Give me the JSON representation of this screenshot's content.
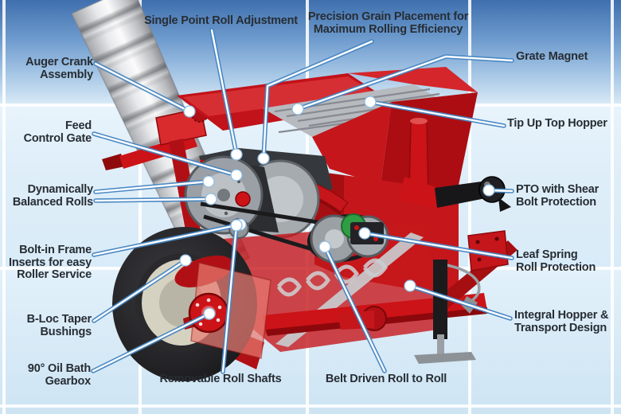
{
  "diagram": {
    "subject": "red roller mill machine with auger",
    "colors": {
      "machine_red": "#c5161b",
      "machine_red_dark": "#96090d",
      "machine_red_light": "#d9302f",
      "background_top_blue": "#3f70ae",
      "background_light_blue": "#ddeef9",
      "grid_line": "#ffffff",
      "leader_line_blue": "#4585c2",
      "leader_line_core": "#ffffff",
      "label_text": "#272d34",
      "steel_gray": "#b7babf",
      "tire_black": "#1c1c1e",
      "pulley_green": "#2f9d44"
    }
  },
  "callouts": {
    "single_point": {
      "lines": [
        "Single Point Roll Adjustment"
      ]
    },
    "precision": {
      "lines": [
        "Precision Grain Placement for",
        "Maximum Rolling Efficiency"
      ]
    },
    "auger_crank": {
      "lines": [
        "Auger Crank",
        "Assembly"
      ]
    },
    "grate_magnet": {
      "lines": [
        "Grate Magnet"
      ]
    },
    "feed_control": {
      "lines": [
        "Feed",
        "Control Gate"
      ]
    },
    "tip_up": {
      "lines": [
        "Tip Up Top Hopper"
      ]
    },
    "dynamically": {
      "lines": [
        "Dynamically",
        "Balanced Rolls"
      ]
    },
    "pto": {
      "lines": [
        "PTO with Shear",
        "Bolt Protection"
      ]
    },
    "bolt_in": {
      "lines": [
        "Bolt-in Frame",
        "Inserts for easy",
        "Roller Service"
      ]
    },
    "leaf_spring": {
      "lines": [
        "Leaf Spring",
        "Roll Protection"
      ]
    },
    "b_loc": {
      "lines": [
        "B-Loc Taper",
        "Bushings"
      ]
    },
    "integral": {
      "lines": [
        "Integral Hopper &",
        "Transport Design"
      ]
    },
    "gearbox": {
      "lines": [
        "90° Oil Bath",
        "Gearbox"
      ]
    },
    "removable": {
      "lines": [
        "Removable Roll Shafts"
      ]
    },
    "belt_driven": {
      "lines": [
        "Belt Driven Roll to Roll"
      ]
    }
  }
}
